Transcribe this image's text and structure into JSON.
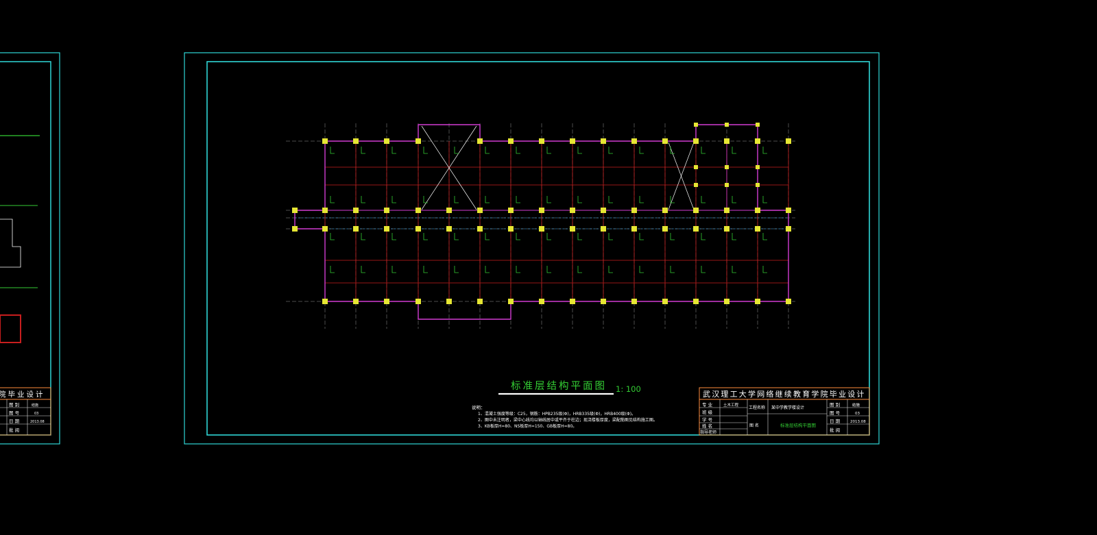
{
  "drawing": {
    "title": "标准层结构平面图",
    "scale": "1: 100",
    "notes_heading": "说明：",
    "notes": [
      "1、混凝土强度等级：C25，钢筋：HPB235级(Φ)，HRB335级(Φ)，HRB400级(Φ)。",
      "2、图中未注明者，梁中心线均以轴线居中或平齐于柱边；现浇楼板厚度，梁配筋图见结构施工图。",
      "3、KB板厚H=80、NS板厚H=150、GB板厚H=80。"
    ]
  },
  "title_block": {
    "school": "武汉理工大学网络继续教育学院毕业设计",
    "rows": [
      {
        "label": "专 业",
        "value": "土木工程"
      },
      {
        "label": "班 级",
        "value": ""
      },
      {
        "label": "学 号",
        "value": ""
      },
      {
        "label": "姓 名",
        "value": ""
      },
      {
        "label": "指导老师",
        "value": ""
      }
    ],
    "project_label": "工程名称",
    "project_value": "某中学教学楼设计",
    "drawing_label": "图 名",
    "drawing_value": "标准层结构平面图",
    "right_rows": [
      {
        "label": "图 别",
        "value": "结施"
      },
      {
        "label": "图 号",
        "value": "03"
      },
      {
        "label": "日 期",
        "value": "2013.08"
      },
      {
        "label": "批 阅",
        "value": ""
      }
    ]
  },
  "left_sheet": {
    "school_partial": "院毕业设计",
    "rows": [
      {
        "label": "图 别",
        "value": "结施"
      },
      {
        "label": "图 号",
        "value": "03"
      },
      {
        "label": "日 期",
        "value": "2013.08"
      },
      {
        "label": "批 阅",
        "value": ""
      }
    ]
  },
  "colors": {
    "background": "#000000",
    "frame": "#2fd7d7",
    "wall": "#d23cd2",
    "beam": "#c81e1e",
    "column": "#e6e633",
    "dim": "#dcdcdc",
    "grid": "#9a9a9a",
    "rebar": "#33cc33",
    "title_text": "#33cc33",
    "titleblock_line": "#ff8c3c"
  }
}
